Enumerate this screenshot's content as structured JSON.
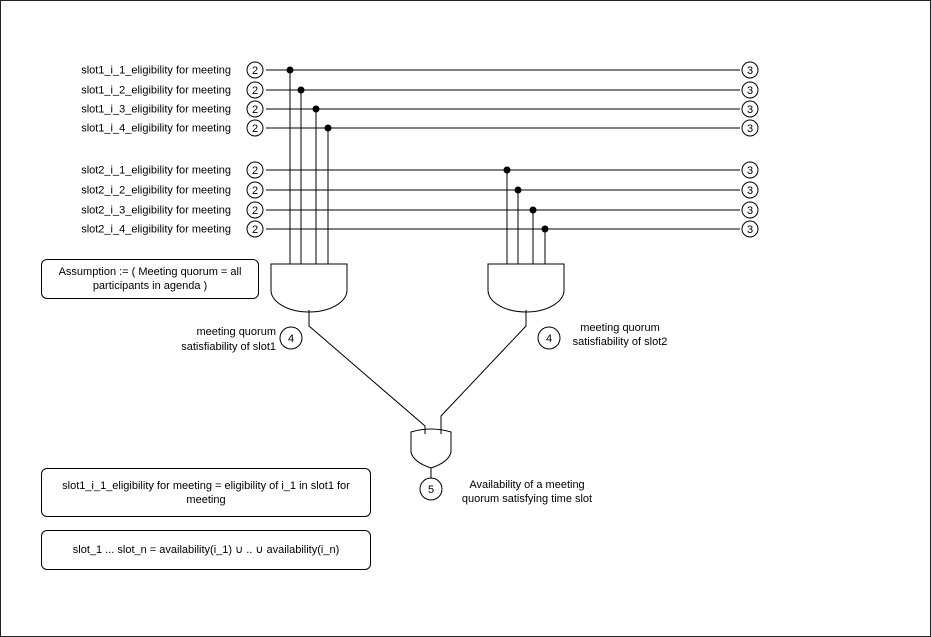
{
  "inputs_slot1": [
    {
      "label": "slot1_i_1_eligibility for meeting",
      "left_marker": "2",
      "right_marker": "3"
    },
    {
      "label": "slot1_i_2_eligibility for meeting",
      "left_marker": "2",
      "right_marker": "3"
    },
    {
      "label": "slot1_i_3_eligibility for meeting",
      "left_marker": "2",
      "right_marker": "3"
    },
    {
      "label": "slot1_i_4_eligibility for meeting",
      "left_marker": "2",
      "right_marker": "3"
    }
  ],
  "inputs_slot2": [
    {
      "label": "slot2_i_1_eligibility for meeting",
      "left_marker": "2",
      "right_marker": "3"
    },
    {
      "label": "slot2_i_2_eligibility for meeting",
      "left_marker": "2",
      "right_marker": "3"
    },
    {
      "label": "slot2_i_3_eligibility for meeting",
      "left_marker": "2",
      "right_marker": "3"
    },
    {
      "label": "slot2_i_4_eligibility for meeting",
      "left_marker": "2",
      "right_marker": "3"
    }
  ],
  "gate_slot1": {
    "marker": "4",
    "label_line1": "meeting quorum",
    "label_line2": "satisfiability of slot1"
  },
  "gate_slot2": {
    "marker": "4",
    "label_line1": "meeting quorum",
    "label_line2": "satisfiability of slot2"
  },
  "or_gate": {
    "marker": "5",
    "label_line1": "Availability of a meeting",
    "label_line2": "quorum satisfying time slot"
  },
  "notes": {
    "assumption": "Assumption := ( Meeting quorum = all participants in agenda )",
    "definition": "slot1_i_1_eligibility for meeting = eligibility of i_1 in slot1 for meeting",
    "union": "slot_1 ... slot_n = availability(i_1) ∪ .. ∪ availability(i_n)"
  },
  "colors": {
    "stroke": "#000000",
    "background": "#ffffff"
  }
}
